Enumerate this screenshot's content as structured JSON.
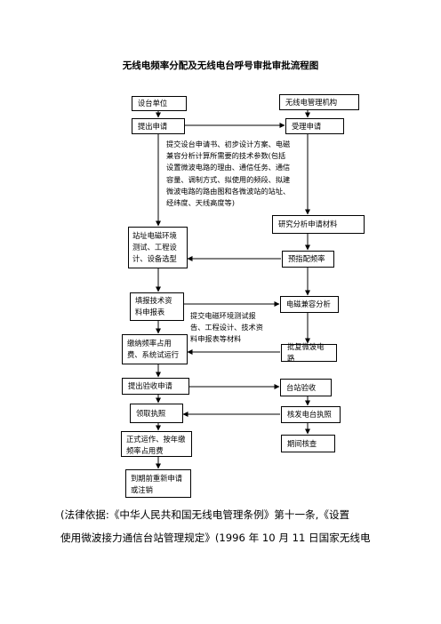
{
  "title": "无线电频率分配及无线电台呼号审批审批流程图",
  "left": {
    "applicant": "设台单位",
    "submit_application": "提出申请",
    "site_survey": "站址电磁环境测试、工程设计、设备选型",
    "fill_form": "填报技术资料申报表",
    "pay_fees": "缴纳频率占用费、系统试运行",
    "request_acceptance": "提出验收申请",
    "get_license": "领取执照",
    "formal_operation": "正式运作、按年缴频率占用费",
    "renewal": "到期前重新申请或注销"
  },
  "right": {
    "authority": "无线电管理机构",
    "accept_application": "受理申请",
    "study_materials": "研究分析申请材料",
    "pre_assign": "预指配频率",
    "emc_analysis": "电磁兼容分析",
    "approve_microwave": "批复微波电路",
    "station_acceptance": "台站验收",
    "issue_license": "核发电台执照",
    "periodic_check": "期间核查"
  },
  "notes": {
    "note1": "提交设台申请书、初步设计方案、电磁\n兼容分析计算所需要的技术参数(包括\n设置微波电路的理由、通信任务、通信\n容量、调制方式、拟使用的频段、拟建\n微波电路的路由图和各微波站的站址、\n经纬度、天线高度等)",
    "note2": "提交电磁环境测试报\n告、工程设计、技术资\n料申报表等材料"
  },
  "footer": {
    "line1": "(法律依据:《中华人民共和国无线电管理条例》第十一条,《设置",
    "line2": "使用微波接力通信台站管理规定》(1996 年 10 月 11 日国家无线电"
  }
}
